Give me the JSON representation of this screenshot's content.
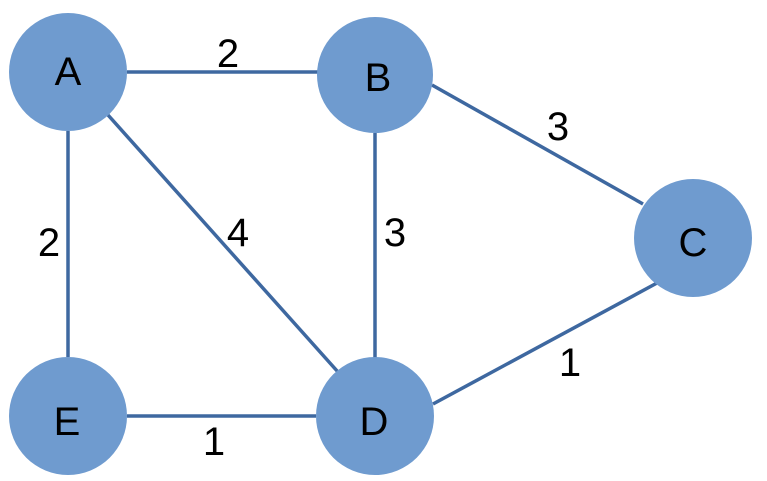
{
  "colors": {
    "node_fill": "#6f9bcf",
    "edge_stroke": "#3e68a0",
    "text": "#000000",
    "background": "#ffffff"
  },
  "nodes": [
    {
      "id": "A",
      "label": "A"
    },
    {
      "id": "B",
      "label": "B"
    },
    {
      "id": "C",
      "label": "C"
    },
    {
      "id": "D",
      "label": "D"
    },
    {
      "id": "E",
      "label": "E"
    }
  ],
  "edges": [
    {
      "from": "A",
      "to": "B",
      "weight": "2"
    },
    {
      "from": "B",
      "to": "C",
      "weight": "3"
    },
    {
      "from": "A",
      "to": "E",
      "weight": "2"
    },
    {
      "from": "A",
      "to": "D",
      "weight": "4"
    },
    {
      "from": "B",
      "to": "D",
      "weight": "3"
    },
    {
      "from": "C",
      "to": "D",
      "weight": "1"
    },
    {
      "from": "E",
      "to": "D",
      "weight": "1"
    }
  ]
}
